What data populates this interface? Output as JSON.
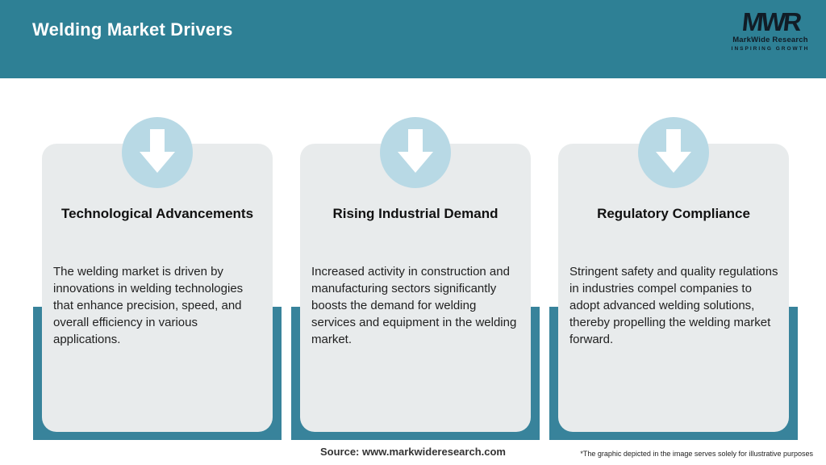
{
  "header": {
    "title": "Welding Market Drivers",
    "logo": {
      "monogram": "MWR",
      "name": "MarkWide Research",
      "tagline": "INSPIRING GROWTH"
    }
  },
  "cards": [
    {
      "title": "Technological Advancements",
      "body": "The welding market is driven by innovations in welding technologies that enhance precision, speed, and overall efficiency in various applications."
    },
    {
      "title": "Rising Industrial Demand",
      "body": "Increased activity in construction and manufacturing sectors significantly boosts the demand for welding services and equipment in the welding market."
    },
    {
      "title": "Regulatory Compliance",
      "body": "Stringent safety and quality regulations in industries compel companies to adopt advanced welding solutions, thereby propelling the welding market forward."
    }
  ],
  "footer": {
    "source": "Source: www.markwideresearch.com",
    "disclaimer": "*The graphic depicted in the image serves solely for illustrative purposes"
  },
  "colors": {
    "header_teal": "#2E8095",
    "band_teal": "#38839B",
    "card_gray": "#E8EBEC",
    "circle_blue": "#B8D9E5",
    "title_white": "#FFFFFF",
    "text_dark": "#212121",
    "logo_dark": "#111C26"
  }
}
